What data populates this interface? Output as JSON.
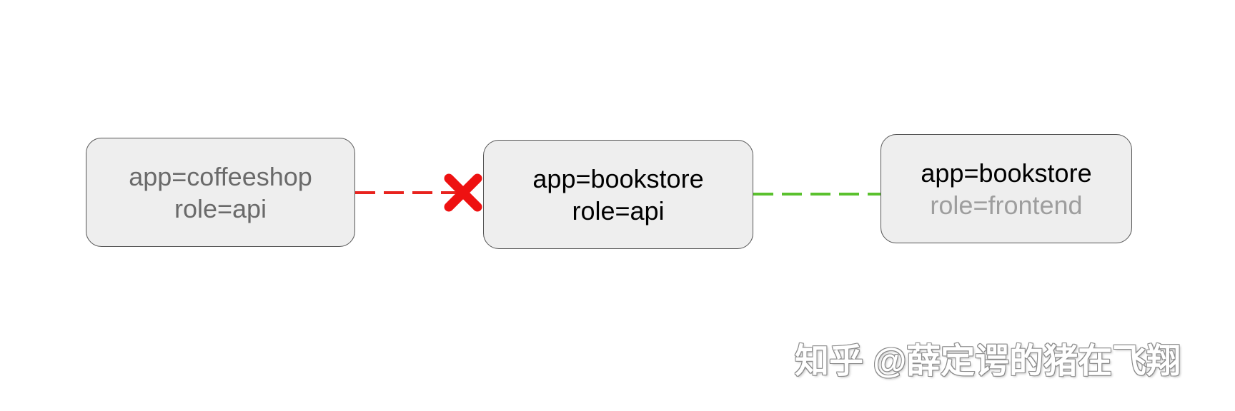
{
  "nodes": {
    "coffeeshop": {
      "line1": "app=coffeeshop",
      "line2": "role=api"
    },
    "bookstore_api": {
      "line1": "app=bookstore",
      "line2": "role=api"
    },
    "bookstore_frontend": {
      "line1": "app=bookstore",
      "line2": "role=frontend"
    }
  },
  "connections": {
    "denied": {
      "from": "app=coffeeshop role=api",
      "to": "app=bookstore role=api",
      "status": "blocked",
      "color": "#e8231e",
      "icon": "cross-mark-icon"
    },
    "allowed": {
      "from": "app=bookstore role=frontend",
      "to": "app=bookstore role=api",
      "status": "allowed",
      "color": "#5ac12e"
    }
  },
  "colors": {
    "node_fill": "#eeeeee",
    "node_border": "#555555",
    "text_dark": "#000000",
    "text_muted": "#6a6a6a",
    "text_light": "#9e9e9e"
  },
  "watermark": {
    "text": "知乎 @薛定谔的猪在飞翔"
  }
}
